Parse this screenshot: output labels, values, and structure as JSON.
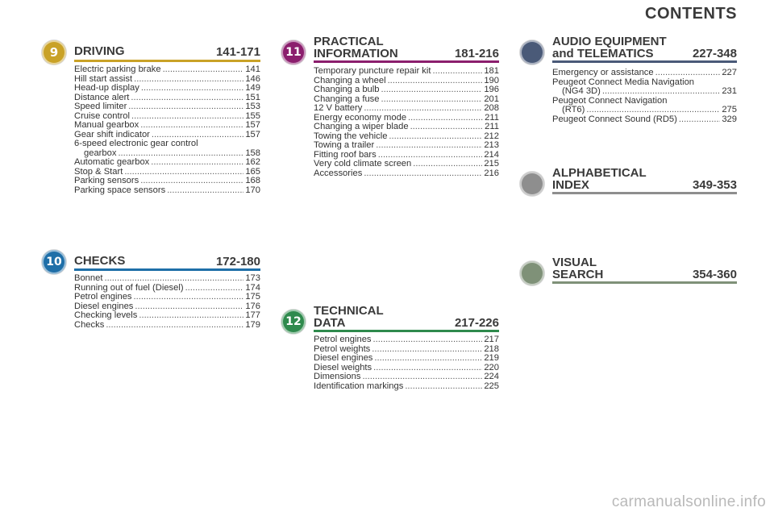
{
  "page": {
    "title": "CONTENTS"
  },
  "colors": {
    "driving": "#c9a227",
    "checks": "#1f6fa8",
    "practical": "#8b1e6d",
    "technical": "#2f8a4d",
    "audio": "#4a5a78",
    "alphabetical": "#8e8e8e",
    "visual": "#7f9178"
  },
  "sections": {
    "driving": {
      "badge": "9",
      "title_line1": "DRIVING",
      "title_line2": "",
      "range": "141-171",
      "entries": [
        {
          "label": "Electric parking brake",
          "page": "141"
        },
        {
          "label": "Hill start assist",
          "page": "146"
        },
        {
          "label": "Head-up display",
          "page": "149"
        },
        {
          "label": "Distance alert",
          "page": "151"
        },
        {
          "label": "Speed limiter",
          "page": "153"
        },
        {
          "label": "Cruise control",
          "page": "155"
        },
        {
          "label": "Manual gearbox",
          "page": "157"
        },
        {
          "label": "Gear shift indicator",
          "page": "157"
        },
        {
          "label": "6-speed electronic gear control",
          "page": ""
        },
        {
          "label": "gearbox",
          "page": "158"
        },
        {
          "label": "Automatic gearbox",
          "page": "162"
        },
        {
          "label": "Stop & Start",
          "page": "165"
        },
        {
          "label": "Parking sensors",
          "page": "168"
        },
        {
          "label": "Parking space sensors",
          "page": "170"
        }
      ]
    },
    "checks": {
      "badge": "10",
      "title_line1": "CHECKS",
      "title_line2": "",
      "range": "172-180",
      "entries": [
        {
          "label": "Bonnet",
          "page": "173"
        },
        {
          "label": "Running out of fuel (Diesel)",
          "page": "174"
        },
        {
          "label": "Petrol engines",
          "page": "175"
        },
        {
          "label": "Diesel engines",
          "page": "176"
        },
        {
          "label": "Checking levels",
          "page": "177"
        },
        {
          "label": "Checks",
          "page": "179"
        }
      ]
    },
    "practical": {
      "badge": "11",
      "title_line1": "PRACTICAL",
      "title_line2": "INFORMATION",
      "range": "181-216",
      "entries": [
        {
          "label": "Temporary puncture repair kit",
          "page": "181"
        },
        {
          "label": "Changing a wheel",
          "page": "190"
        },
        {
          "label": "Changing a bulb",
          "page": "196"
        },
        {
          "label": "Changing a fuse",
          "page": "201"
        },
        {
          "label": "12 V battery",
          "page": "208"
        },
        {
          "label": "Energy economy mode",
          "page": "211"
        },
        {
          "label": "Changing a wiper blade",
          "page": "211"
        },
        {
          "label": "Towing the vehicle",
          "page": "212"
        },
        {
          "label": "Towing a trailer",
          "page": "213"
        },
        {
          "label": "Fitting roof bars",
          "page": "214"
        },
        {
          "label": "Very cold climate screen",
          "page": "215"
        },
        {
          "label": "Accessories",
          "page": "216"
        }
      ]
    },
    "technical": {
      "badge": "12",
      "title_line1": "TECHNICAL",
      "title_line2": "DATA",
      "range": "217-226",
      "entries": [
        {
          "label": "Petrol engines",
          "page": "217"
        },
        {
          "label": "Petrol weights",
          "page": "218"
        },
        {
          "label": "Diesel engines",
          "page": "219"
        },
        {
          "label": "Diesel weights",
          "page": "220"
        },
        {
          "label": "Dimensions",
          "page": "224"
        },
        {
          "label": "Identification markings",
          "page": "225"
        }
      ]
    },
    "audio": {
      "badge": "",
      "title_line1": "AUDIO EQUIPMENT",
      "title_line2": "and TELEMATICS",
      "range": "227-348",
      "entries": [
        {
          "label": "Emergency or assistance",
          "page": "227"
        },
        {
          "label": "Peugeot Connect Media Navigation",
          "page": ""
        },
        {
          "label": "(NG4 3D)",
          "page": "231"
        },
        {
          "label": "Peugeot Connect Navigation",
          "page": ""
        },
        {
          "label": "(RT6)",
          "page": "275"
        },
        {
          "label": "Peugeot Connect Sound (RD5)",
          "page": "329"
        }
      ]
    },
    "alphabetical": {
      "badge": "",
      "title_line1": "ALPHABETICAL",
      "title_line2": "INDEX",
      "range": "349-353"
    },
    "visual": {
      "badge": "",
      "title_line1": "VISUAL",
      "title_line2": "SEARCH",
      "range": "354-360"
    }
  },
  "watermark": "carmanualsonline.info"
}
